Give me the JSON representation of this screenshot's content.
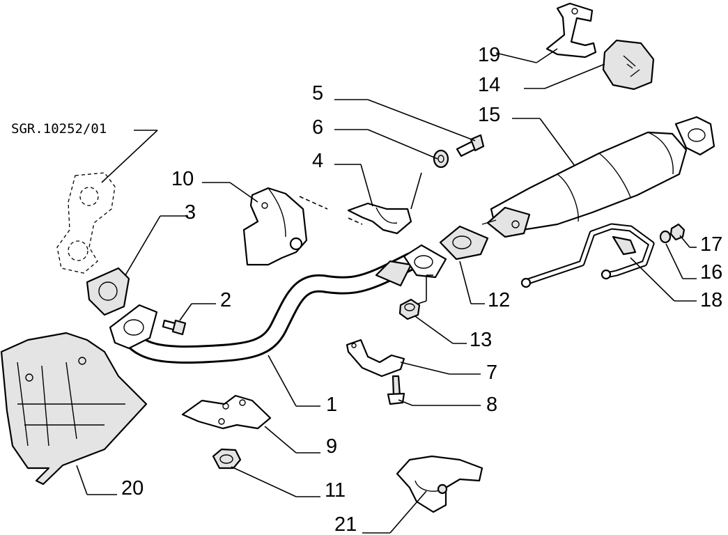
{
  "reference_code": "SGR.10252/01",
  "callouts": {
    "c1": "1",
    "c2": "2",
    "c3": "3",
    "c4": "4",
    "c5": "5",
    "c6": "6",
    "c7": "7",
    "c8": "8",
    "c9": "9",
    "c10": "10",
    "c11": "11",
    "c12": "12",
    "c13": "13",
    "c14": "14",
    "c15": "15",
    "c16": "16",
    "c17": "17",
    "c18": "18",
    "c19": "19",
    "c20": "20",
    "c21": "21"
  }
}
